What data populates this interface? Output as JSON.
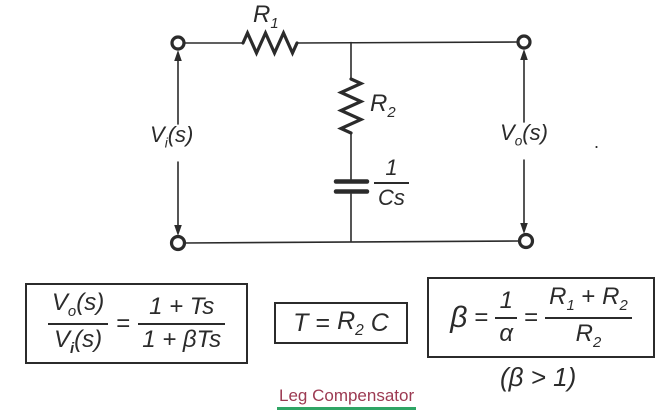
{
  "colors": {
    "ink": "#2b2b2b",
    "caption_text": "#9c3a52",
    "caption_underline": "#2fa565",
    "background": "#ffffff"
  },
  "circuit": {
    "r1": {
      "base": "R",
      "sub": "1"
    },
    "r2": {
      "base": "R",
      "sub": "2"
    },
    "vi": {
      "base": "V",
      "sub": "i",
      "arg": "(s)"
    },
    "vo": {
      "base": "V",
      "sub": "o",
      "arg": "(s)"
    },
    "cap": {
      "num": "1",
      "den": "Cs"
    },
    "artifact_dot": "."
  },
  "formulas": {
    "transfer": {
      "lhs_num_base": "V",
      "lhs_num_sub": "o",
      "lhs_num_arg": "(s)",
      "lhs_den_base": "V",
      "lhs_den_sub": "i",
      "lhs_den_arg": "(s)",
      "equals": "=",
      "rhs_num": "1 + Ts",
      "rhs_den": "1 + βTs"
    },
    "time_constant": {
      "t": "T",
      "equals": "=",
      "r_base": "R",
      "r_sub": "2",
      "c": "C"
    },
    "beta": {
      "beta": "β",
      "equals1": "=",
      "inv_num": "1",
      "inv_den": "α",
      "equals2": "=",
      "sum_r1_base": "R",
      "sum_r1_sub": "1",
      "plus": "+",
      "sum_r2_base": "R",
      "sum_r2_sub": "2",
      "den_base": "R",
      "den_sub": "2"
    },
    "beta_condition": "(β > 1)"
  },
  "caption": {
    "text": "Leg Compensator"
  }
}
